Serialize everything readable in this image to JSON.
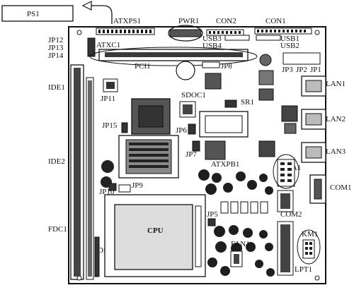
{
  "labels": {
    "ps1": "PS1",
    "atxps1": "ATXPS1",
    "pwr1": "PWR1",
    "con2": "CON2",
    "con1": "CON1",
    "usb3": "USB3",
    "usb1": "USB1",
    "usb4": "USB4",
    "usb2": "USB2",
    "jp12": "JP12",
    "jp13": "JP13",
    "jp14": "JP14",
    "atxc1": "ATXC1",
    "pci1": "PCI1",
    "jp8": "JP8",
    "jp3": "JP3",
    "jp2": "JP2",
    "jp1": "JP1",
    "ide1": "IDE1",
    "jp11": "JP11",
    "sdoc1": "SDOC1",
    "sr1": "SR1",
    "lan1": "LAN1",
    "lan2": "LAN2",
    "lan3": "LAN3",
    "jp15": "JP15",
    "jp6": "JP6",
    "jp7": "JP7",
    "atxpb1": "ATXPB1",
    "vga1": "VGA1",
    "ide2": "IDE2",
    "com1": "COM1",
    "jp10": "JP10",
    "jp9": "JP9",
    "jp5": "JP5",
    "com2": "COM2",
    "cpu": "CPU",
    "km1": "KM1",
    "fdc1": "FDC1",
    "dim1": "DIM1",
    "fan1": "FAN1",
    "lpt1": "LPT1"
  },
  "colors": {
    "ink": "#111111",
    "board": "#ffffff",
    "chip_dark": "#2a2a2a",
    "chip_mid": "#6a6a6a",
    "chip_light": "#bcbcbc"
  }
}
